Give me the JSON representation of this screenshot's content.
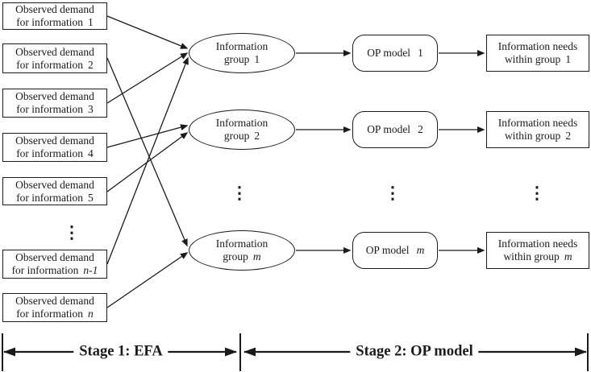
{
  "colors": {
    "ink": "#1b1b1b",
    "background": "#ffffff"
  },
  "left_boxes": [
    {
      "line1": "Observed demand",
      "line2": "for information",
      "num": "1"
    },
    {
      "line1": "Observed demand",
      "line2": "for information",
      "num": "2"
    },
    {
      "line1": "Observed demand",
      "line2": "for information",
      "num": "3"
    },
    {
      "line1": "Observed demand",
      "line2": "for information",
      "num": "4"
    },
    {
      "line1": "Observed demand",
      "line2": "for information",
      "num": "5"
    },
    {
      "line1": "Observed demand",
      "line2": "for information",
      "num": "n-1"
    },
    {
      "line1": "Observed demand",
      "line2": "for information",
      "num": "n"
    }
  ],
  "groups": [
    {
      "line1": "Information",
      "line2": "group",
      "num": "1"
    },
    {
      "line1": "Information",
      "line2": "group",
      "num": "2"
    },
    {
      "line1": "Information",
      "line2": "group",
      "num": "m"
    }
  ],
  "op_models": [
    {
      "label": "OP model",
      "num": "1"
    },
    {
      "label": "OP model",
      "num": "2"
    },
    {
      "label": "OP model",
      "num": "m"
    }
  ],
  "needs_boxes": [
    {
      "line1": "Information needs",
      "line2": "within group",
      "num": "1"
    },
    {
      "line1": "Information needs",
      "line2": "within group",
      "num": "2"
    },
    {
      "line1": "Information needs",
      "line2": "within group",
      "num": "m"
    }
  ],
  "dots_glyph": "⋮",
  "stage_bar": {
    "stage1_label": "Stage 1: EFA",
    "stage2_label": "Stage 2: OP model"
  },
  "edges": [
    {
      "from": "demand-1",
      "to": "group-1"
    },
    {
      "from": "demand-2",
      "to": "group-m"
    },
    {
      "from": "demand-3",
      "to": "group-1"
    },
    {
      "from": "demand-4",
      "to": "group-2"
    },
    {
      "from": "demand-5",
      "to": "group-2"
    },
    {
      "from": "demand-n-1",
      "to": "group-1"
    },
    {
      "from": "demand-n",
      "to": "group-m"
    },
    {
      "from": "group-1",
      "to": "op-model-1"
    },
    {
      "from": "group-2",
      "to": "op-model-2"
    },
    {
      "from": "group-m",
      "to": "op-model-m"
    },
    {
      "from": "op-model-1",
      "to": "needs-1"
    },
    {
      "from": "op-model-2",
      "to": "needs-2"
    },
    {
      "from": "op-model-m",
      "to": "needs-m"
    }
  ]
}
